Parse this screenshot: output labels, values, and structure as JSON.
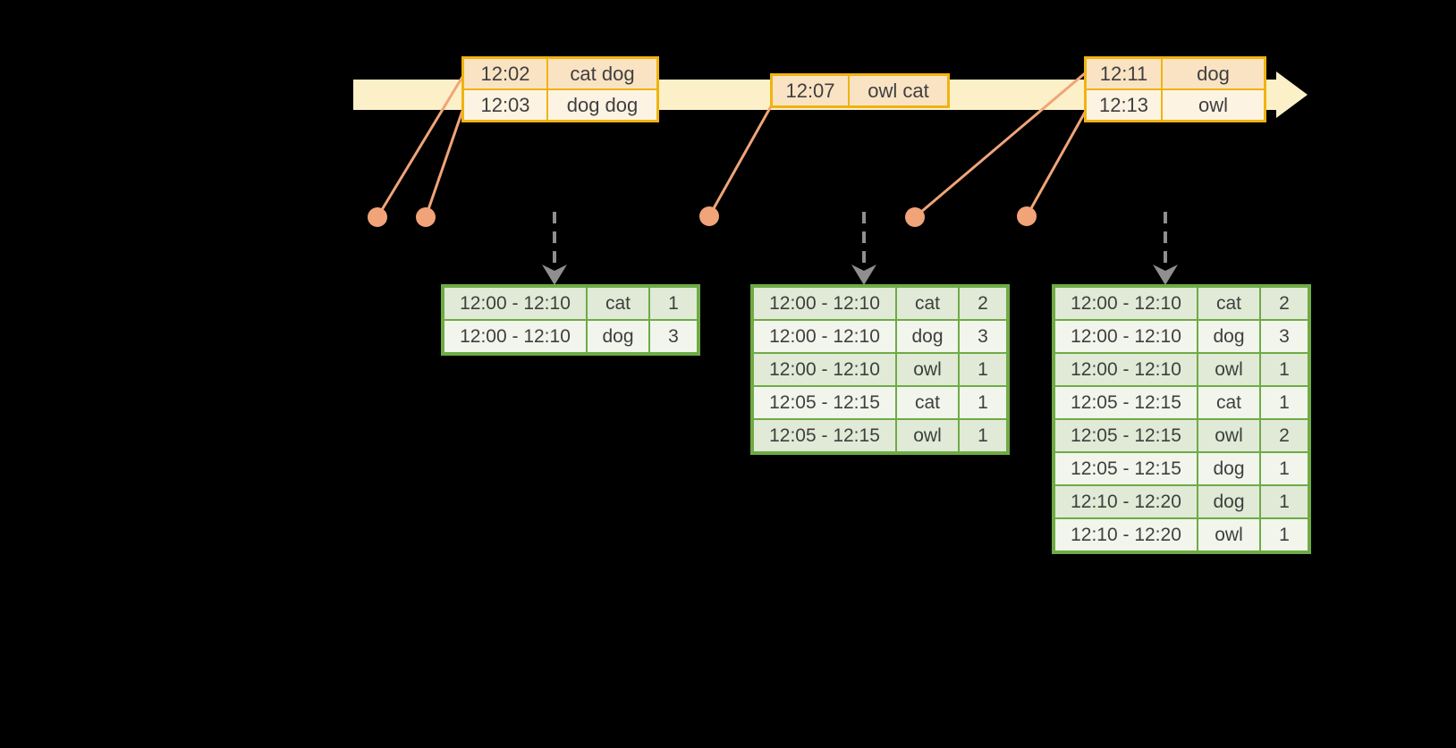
{
  "colors": {
    "background": "#000000",
    "timeline_fill": "#FCF0C8",
    "event_table_border": "#F0B310",
    "event_row_dark": "#FAE3C3",
    "event_row_light": "#FDF3E3",
    "event_dot": "#F1A478",
    "trigger_arrow": "#8F8F8F",
    "result_table_border": "#6EAB46",
    "result_row_dark": "#E0EAD6",
    "result_row_light": "#F1F5EC",
    "text": "#3F3F3F"
  },
  "event_tables": [
    {
      "rows": [
        [
          "12:02",
          "cat dog"
        ],
        [
          "12:03",
          "dog dog"
        ]
      ]
    },
    {
      "rows": [
        [
          "12:07",
          "owl cat"
        ]
      ]
    },
    {
      "rows": [
        [
          "12:11",
          "dog"
        ],
        [
          "12:13",
          "owl"
        ]
      ]
    }
  ],
  "result_tables": [
    {
      "rows": [
        [
          "12:00 - 12:10",
          "cat",
          "1"
        ],
        [
          "12:00 - 12:10",
          "dog",
          "3"
        ]
      ]
    },
    {
      "rows": [
        [
          "12:00 - 12:10",
          "cat",
          "2"
        ],
        [
          "12:00 - 12:10",
          "dog",
          "3"
        ],
        [
          "12:00 - 12:10",
          "owl",
          "1"
        ],
        [
          "12:05 - 12:15",
          "cat",
          "1"
        ],
        [
          "12:05 - 12:15",
          "owl",
          "1"
        ]
      ]
    },
    {
      "rows": [
        [
          "12:00 - 12:10",
          "cat",
          "2"
        ],
        [
          "12:00 - 12:10",
          "dog",
          "3"
        ],
        [
          "12:00 - 12:10",
          "owl",
          "1"
        ],
        [
          "12:05 - 12:15",
          "cat",
          "1"
        ],
        [
          "12:05 - 12:15",
          "owl",
          "2"
        ],
        [
          "12:05 - 12:15",
          "dog",
          "1"
        ],
        [
          "12:10 - 12:20",
          "dog",
          "1"
        ],
        [
          "12:10 - 12:20",
          "owl",
          "1"
        ]
      ]
    }
  ]
}
